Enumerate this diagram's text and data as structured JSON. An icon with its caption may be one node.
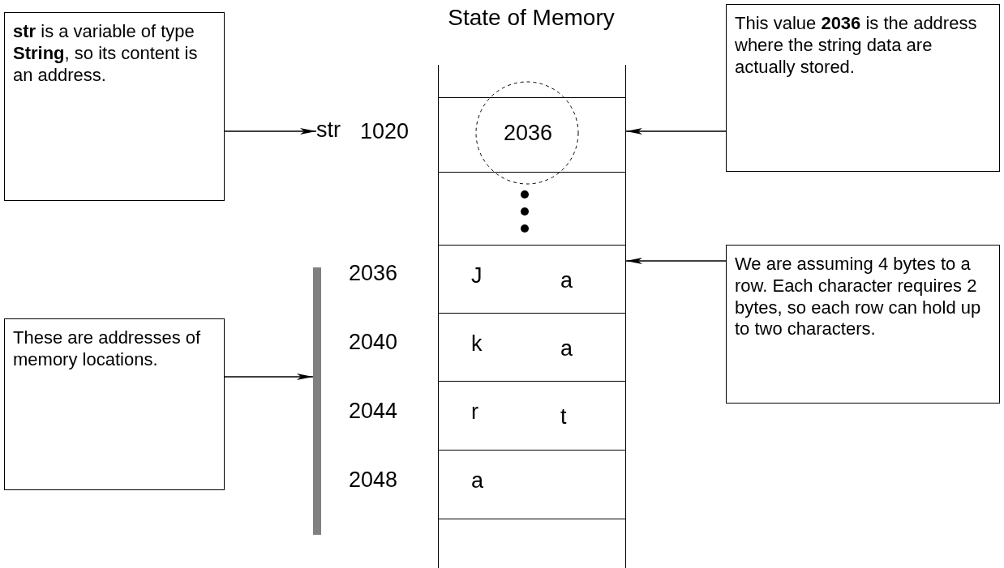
{
  "diagram": {
    "title": "State of Memory",
    "nodes": [
      {
        "text": [
          "**str** is a variable of type **String**, so its content is an address."
        ]
      },
      {
        "text": [
          "str"
        ]
      },
      {
        "text": [],
        "shape": "box"
      },
      {
        "text": [
          "2036"
        ]
      },
      {
        "text": [
          "This value **2036** is the address where the string data are actually stored."
        ]
      },
      {
        "text": [],
        "shape": "box"
      },
      {
        "text": [
          "J",
          "a"
        ]
      },
      {
        "text": [
          "We are assuming 4 bytes to a row. Each character requires 2 bytes, so each row can hold up to two characters."
        ]
      },
      {
        "text": [],
        "shape": "bar"
      },
      {
        "text": [
          "These are addresses of memory locations."
        ]
      },
      {
        "text": [
          "k",
          "a"
        ]
      },
      {
        "text": [
          "r",
          "t"
        ]
      },
      {
        "text": [
          "a"
        ]
      },
      {
        "text": [],
        "shape": "box"
      }
    ],
    "edges": [
      {
        "from": 0,
        "to": 1,
        "arrow": "to"
      },
      {
        "from": 4,
        "to": 3,
        "arrow": "to"
      },
      {
        "from": 7,
        "to": 6,
        "arrow": "to"
      },
      {
        "from": 9,
        "to": 8,
        "arrow": "to"
      }
    ],
    "labels": [
      "1020",
      "2036",
      "2040",
      "2044",
      "2048"
    ]
  }
}
